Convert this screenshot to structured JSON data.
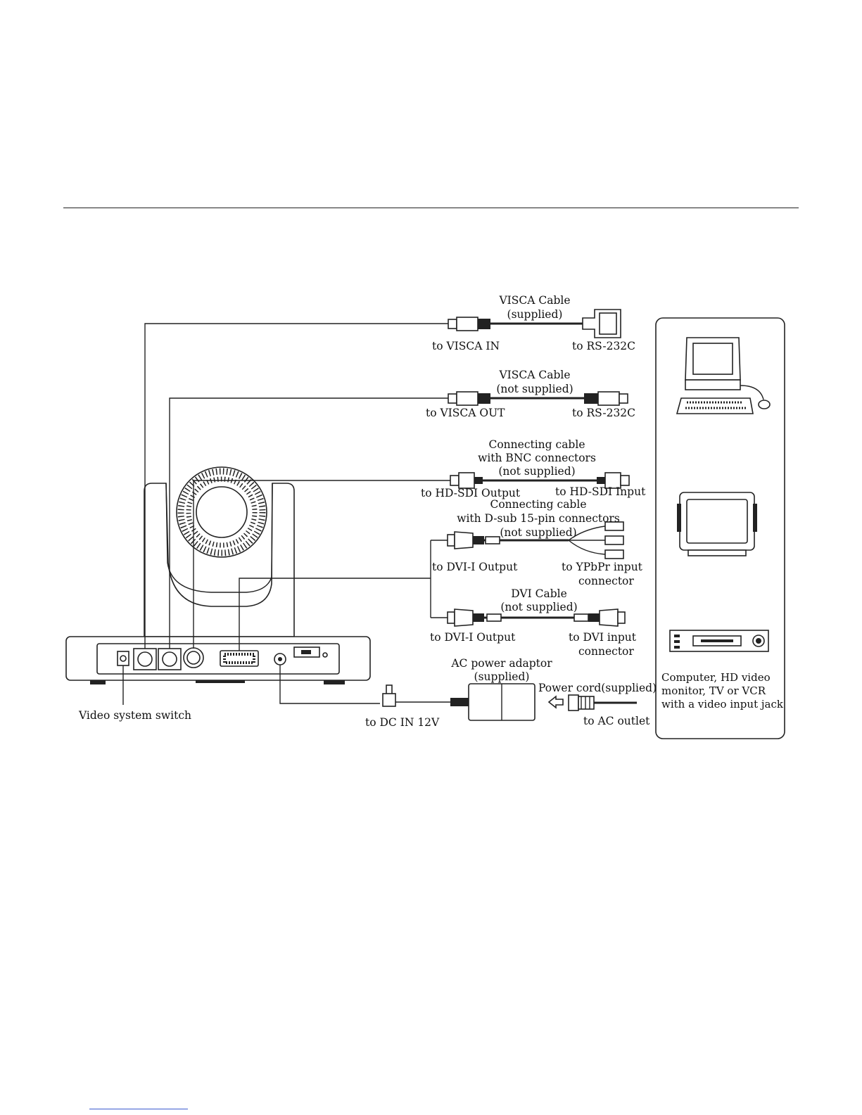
{
  "cables": {
    "visca_in": {
      "title": "VISCA  Cable",
      "supply": "(supplied)",
      "left": "to  VISCA  IN",
      "right": "to  RS-232C"
    },
    "visca_out": {
      "title": "VISCA  Cable",
      "supply": "(not  supplied)",
      "left": "to  VISCA  OUT",
      "right": "to  RS-232C"
    },
    "bnc": {
      "title1": "Connecting cable",
      "title2": "with BNC connectors",
      "supply": "(not supplied)",
      "left": "to  HD-SDI  Output",
      "right": "to  HD-SDI  Input"
    },
    "dsub": {
      "title1": "Connecting cable",
      "title2": "with D-sub 15-pin connectors",
      "supply": "(not supplied)",
      "left": "to  DVI-I  Output",
      "right1": "to  YPbPr  input",
      "right2": "connector"
    },
    "dvi": {
      "title": "DVI Cable",
      "supply": "(not supplied)",
      "left": "to  DVI-I  Output",
      "right1": "to  DVI  input",
      "right2": "connector"
    }
  },
  "power": {
    "adaptor_title": "AC power adaptor",
    "adaptor_supply": "(supplied)",
    "cord": "Power cord(supplied)",
    "dc_in": "to DC IN 12V",
    "ac_outlet": "to AC outlet"
  },
  "camera": {
    "switch_label": "Video system switch"
  },
  "devices": {
    "caption1": "Computer, HD video",
    "caption2": "monitor, TV or VCR",
    "caption3": "with a video input jack"
  }
}
